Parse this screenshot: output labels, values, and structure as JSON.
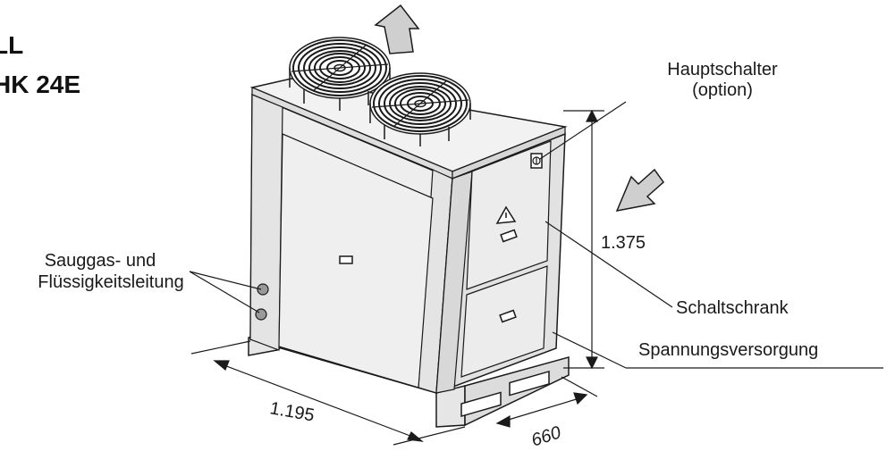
{
  "title": {
    "line1": "LL",
    "line2": "HK 24E"
  },
  "labels": {
    "main_switch": "Hauptschalter",
    "main_switch_option": "(option)",
    "pipes_line1": "Sauggas- und",
    "pipes_line2": "Flüssigkeitsleitung",
    "control_cabinet": "Schaltschrank",
    "power_supply": "Spannungsversorgung"
  },
  "dimensions": {
    "height": "1.375",
    "width": "1.195",
    "depth": "660"
  },
  "colors": {
    "panel_front": "#eeeeee",
    "panel_side": "#e2e2e2",
    "panel_top": "#f2f2f2",
    "arrow_fill": "#cfcfcf",
    "line": "#1a1a1a"
  },
  "icons": [
    "fan-icon",
    "airflow-up-arrow-icon",
    "airflow-in-arrow-icon",
    "warning-triangle-icon",
    "main-switch-icon",
    "handle-icon",
    "pipe-connection-icon"
  ]
}
